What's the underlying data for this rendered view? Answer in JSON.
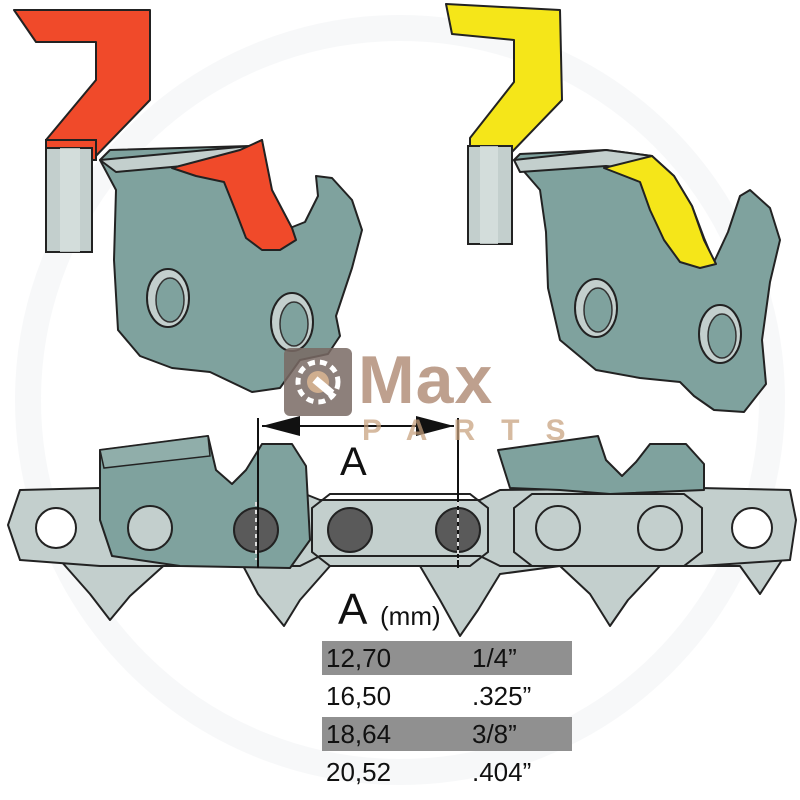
{
  "diagram": {
    "pitch_label": "A",
    "table_header": {
      "letter": "A",
      "unit": "(mm)"
    },
    "rows": [
      {
        "mm": "12,70",
        "inch": "1/4”",
        "shaded": true
      },
      {
        "mm": "16,50",
        "inch": ".325”",
        "shaded": false
      },
      {
        "mm": "18,64",
        "inch": "3/8”",
        "shaded": true
      },
      {
        "mm": "20,52",
        "inch": ".404”",
        "shaded": false
      }
    ]
  },
  "watermark": {
    "brand": "Max",
    "sub": "PARTS",
    "icon": "gear-wrench-icon"
  },
  "colors": {
    "cutter_body": "#7fa29e",
    "cutter_dark": "#5f7f7b",
    "chain_plate": "#c3cfcd",
    "chrome_top_red": "#f04a2a",
    "chrome_top_yellow": "#f5e619",
    "rivet": "#5a5a5a",
    "table_shade": "#909090",
    "logo": "#b08c76"
  }
}
